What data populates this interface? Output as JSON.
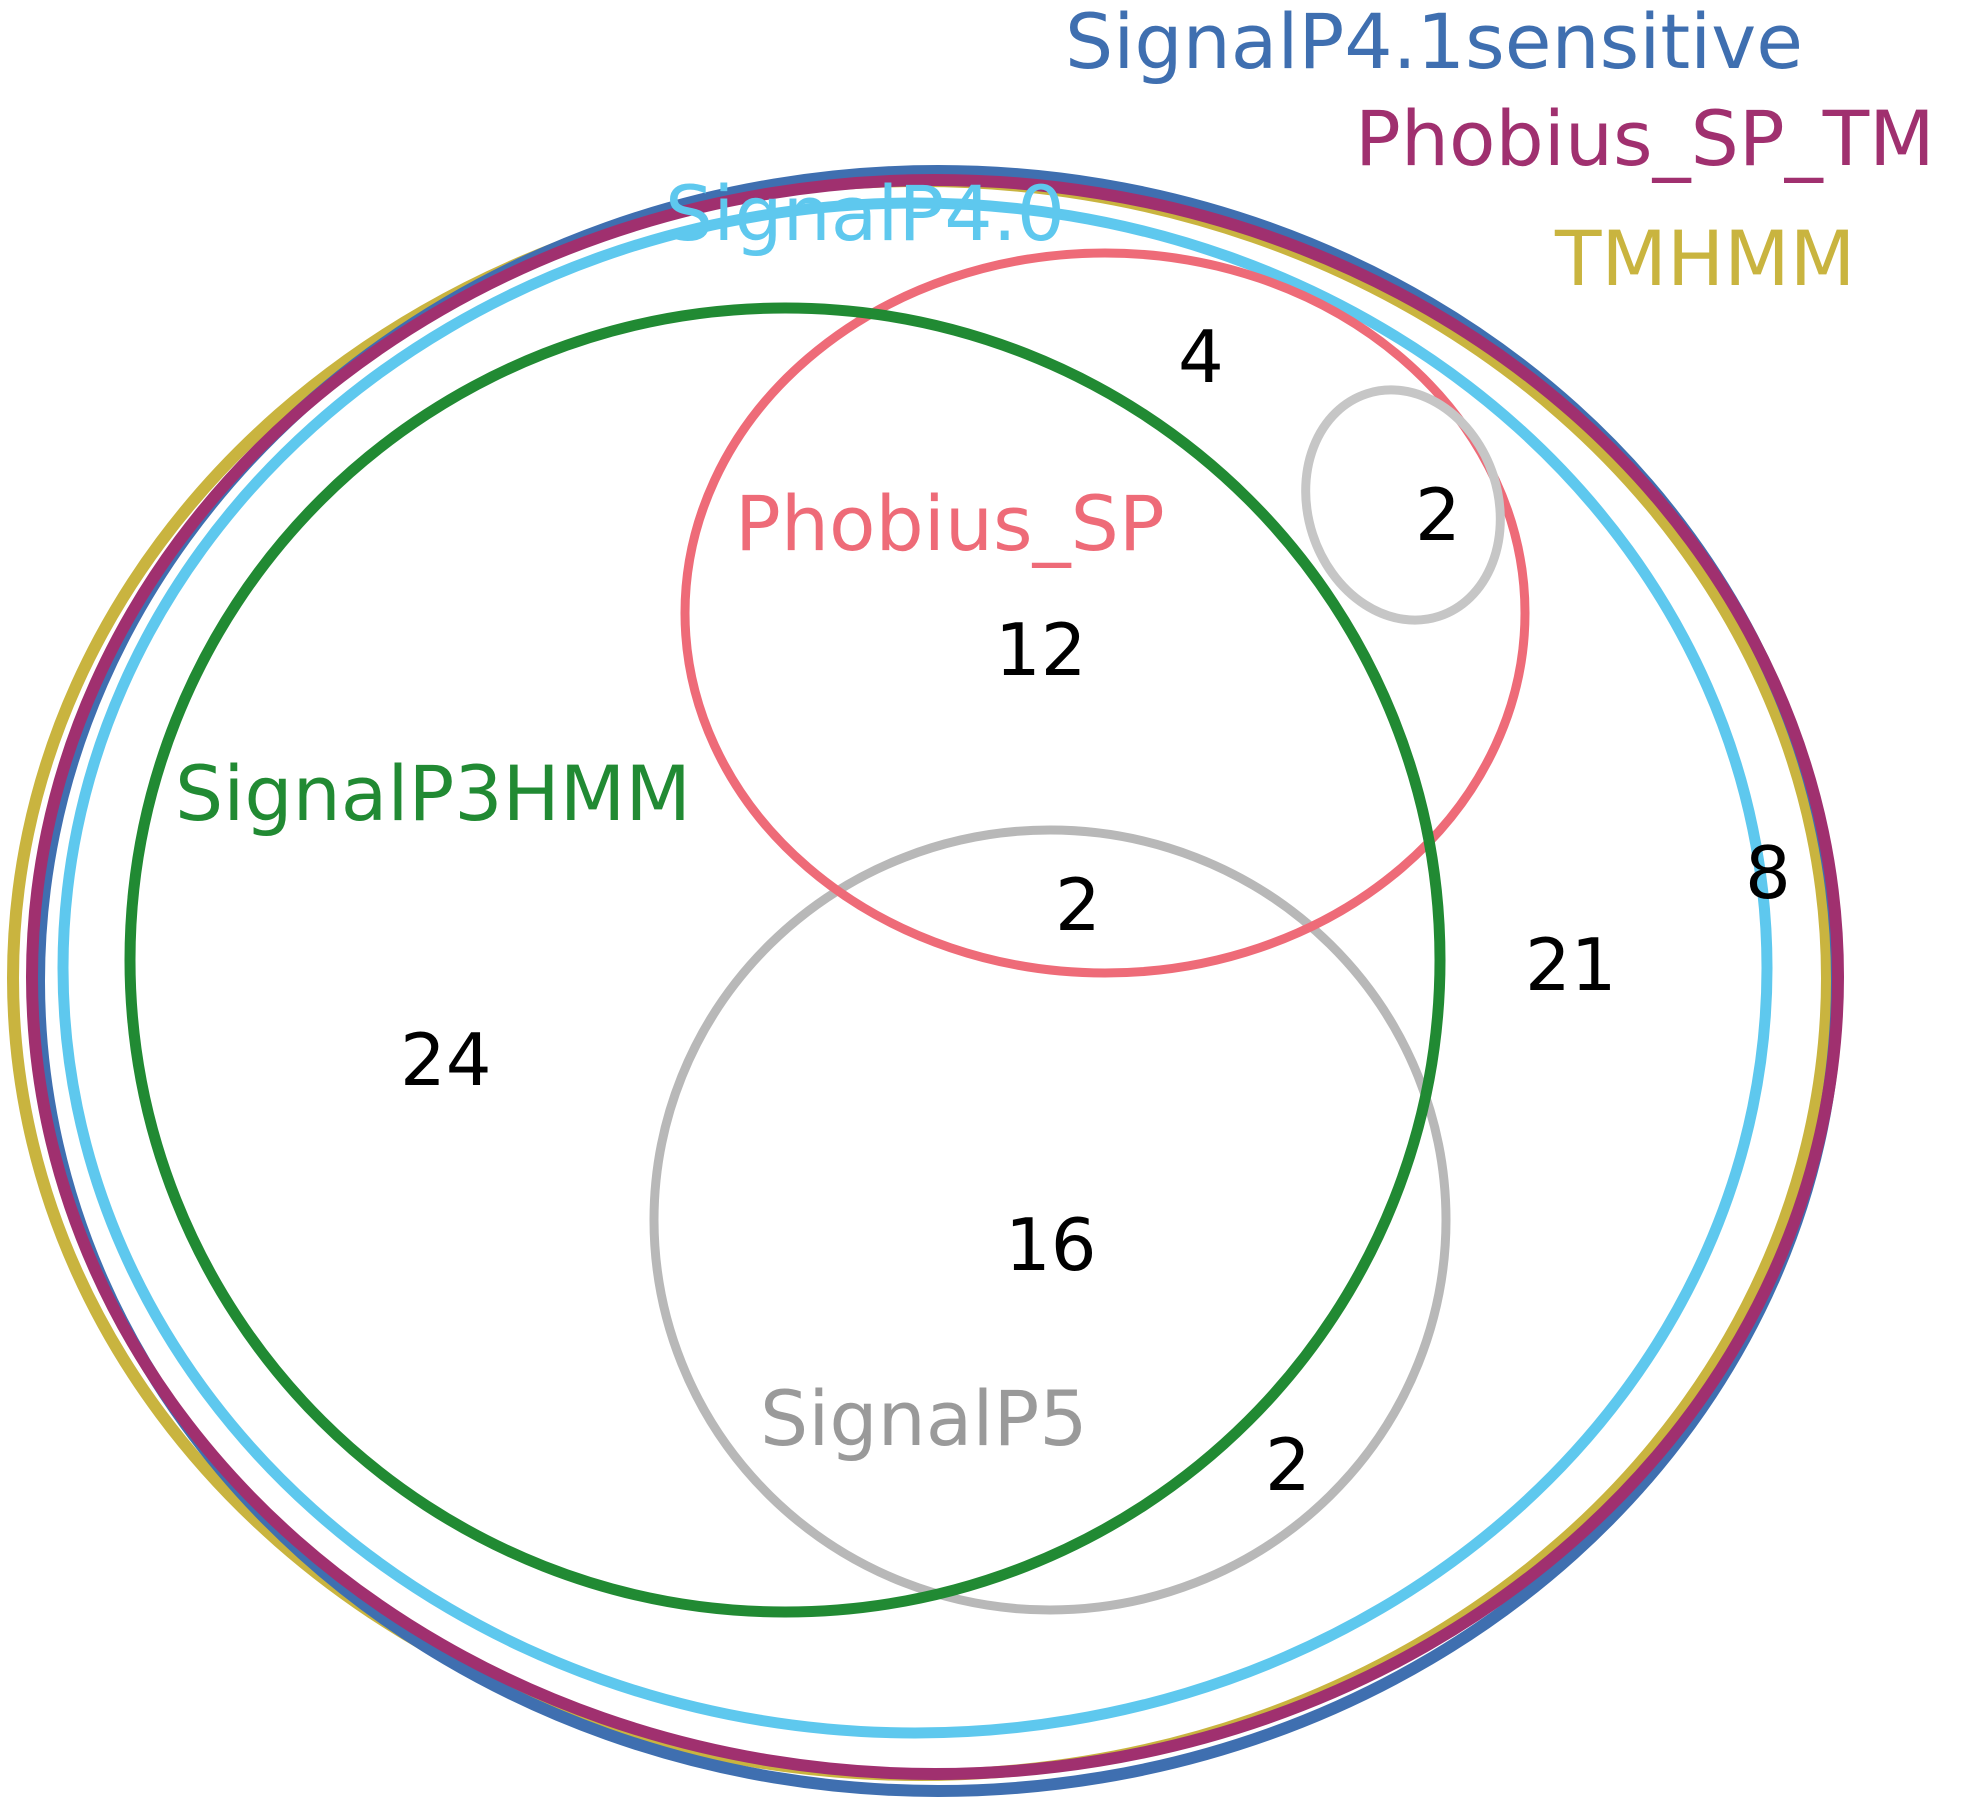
{
  "diagram": {
    "type": "venn",
    "sets": [
      {
        "id": "signalp41sensitive",
        "name": "SignalP4.1sensitive",
        "color": "#3f6fb0"
      },
      {
        "id": "phobius_sp_tm",
        "name": "Phobius_SP_TM",
        "color": "#a0306f"
      },
      {
        "id": "tmhmm",
        "name": "TMHMM",
        "color": "#c9b43f"
      },
      {
        "id": "signalp40",
        "name": "SignalP4.0",
        "color": "#5ec8ee"
      },
      {
        "id": "phobius_sp",
        "name": "Phobius_SP",
        "color": "#ee6b78"
      },
      {
        "id": "signalp3hmm",
        "name": "SignalP3HMM",
        "color": "#218a33"
      },
      {
        "id": "signalp5",
        "name": "SignalP5",
        "color": "#b8b8b8"
      },
      {
        "id": "unlabeled_small",
        "name": "",
        "color": "#c6c6c6"
      }
    ],
    "counts": [
      {
        "value": "4"
      },
      {
        "value": "2"
      },
      {
        "value": "12"
      },
      {
        "value": "2"
      },
      {
        "value": "8"
      },
      {
        "value": "21"
      },
      {
        "value": "24"
      },
      {
        "value": "16"
      },
      {
        "value": "2"
      }
    ]
  }
}
